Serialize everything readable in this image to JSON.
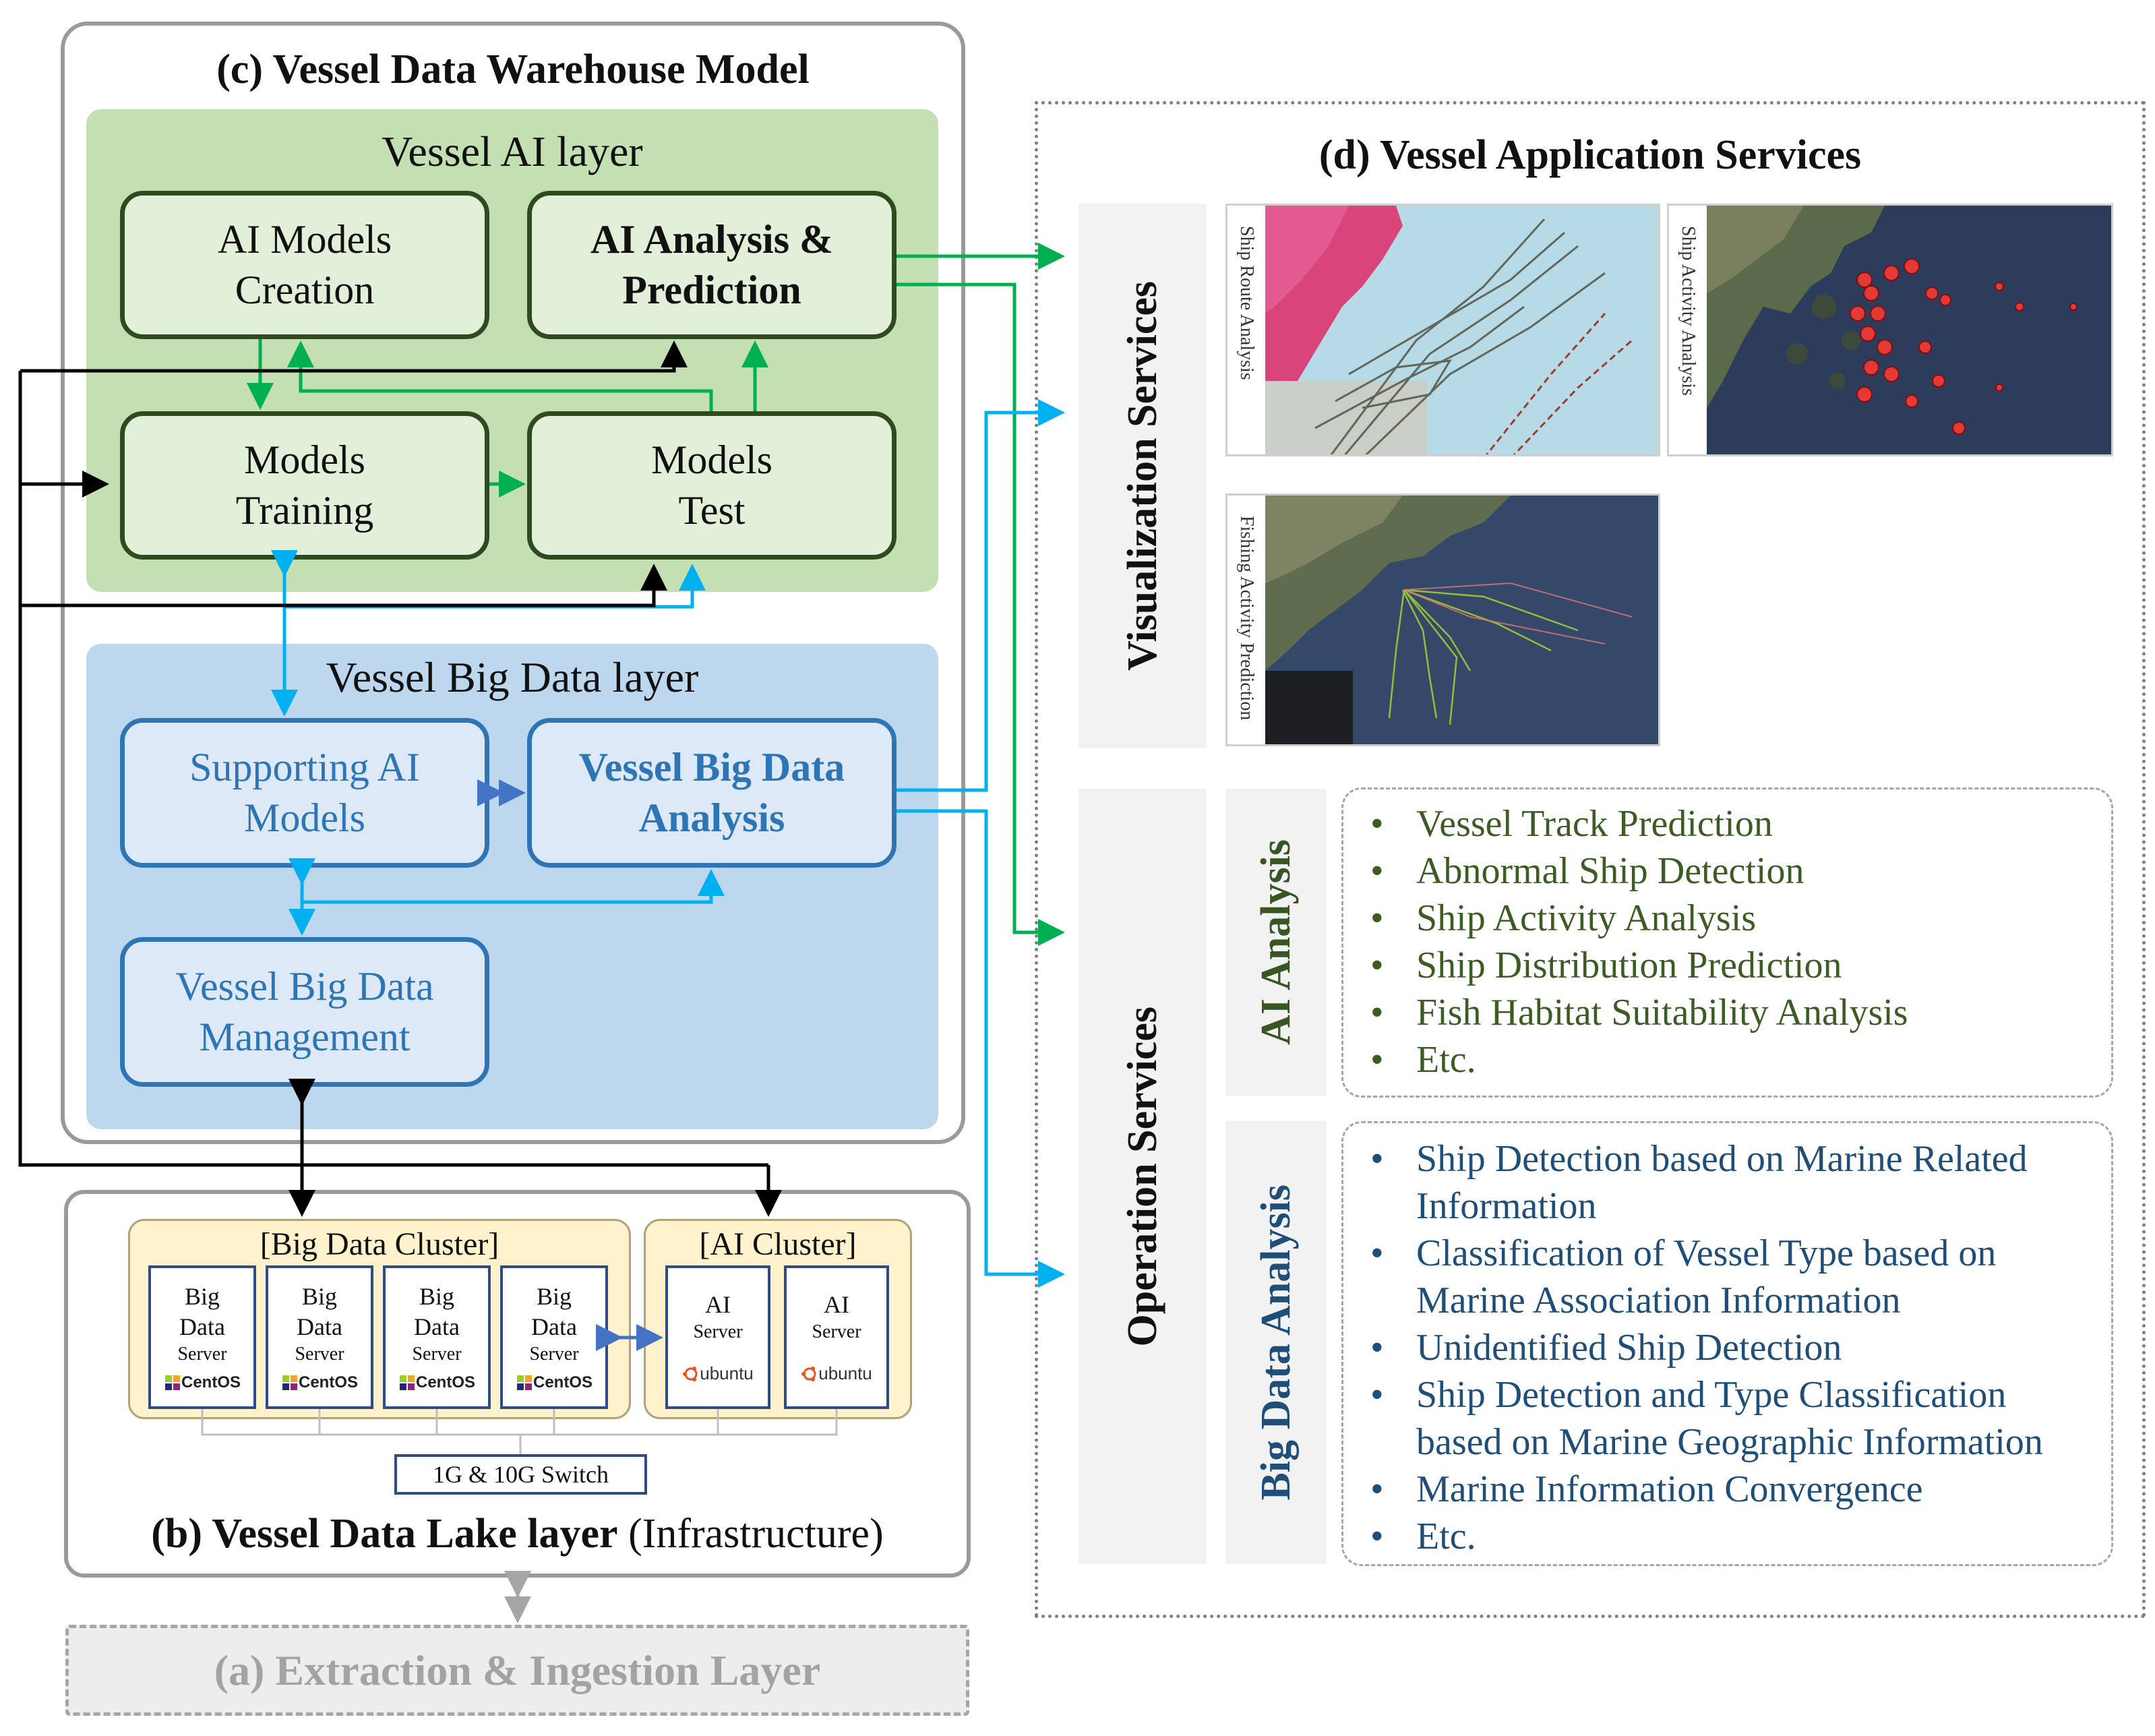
{
  "colors": {
    "ai_layer_bg": "#c4dfb2",
    "ai_box_border": "#2f4a1e",
    "bd_layer_bg": "#bdd7ee",
    "bd_box_border": "#2e75b6",
    "green_arrow": "#00b050",
    "blue_arrow": "#00b0f0",
    "black_arrow": "#000000"
  },
  "warehouse": {
    "title": "(c) Vessel Data Warehouse  Model",
    "ai_layer": {
      "title": "Vessel AI layer",
      "creation_l1": "AI Models",
      "creation_l2": "Creation",
      "prediction_l1": "AI Analysis &",
      "prediction_l2": "Prediction",
      "training_l1": "Models",
      "training_l2": "Training",
      "test_l1": "Models",
      "test_l2": "Test"
    },
    "big_data_layer": {
      "title": "Vessel Big Data layer",
      "supporting_l1": "Supporting AI",
      "supporting_l2": "Models",
      "analysis_l1": "Vessel Big Data",
      "analysis_l2": "Analysis",
      "management_l1": "Vessel Big Data",
      "management_l2": "Management"
    }
  },
  "data_lake": {
    "big_data_cluster_label": "[Big Data Cluster]",
    "ai_cluster_label": "[AI Cluster]",
    "bd_server_l1": "Big",
    "bd_server_l2": "Data",
    "bd_server_l3": "Server",
    "bd_os": "CentOS",
    "ai_server_l1": "AI",
    "ai_server_l2": "Server",
    "ai_os": "ubuntu",
    "switch_label": "1G & 10G Switch",
    "title_bold": "(b) Vessel Data Lake layer",
    "title_normal": "(Infrastructure)"
  },
  "extraction": {
    "title": "(a) Extraction  & Ingestion Layer"
  },
  "services": {
    "title": "(d) Vessel Application  Services",
    "visualization_label": "Visualization Services",
    "operation_label": "Operation Services",
    "ai_analysis_label": "AI Analysis",
    "big_data_analysis_label": "Big Data Analysis",
    "bullet": "•",
    "screenshots": {
      "route": "Ship Route Analysis",
      "activity": "Ship Activity  Analysis",
      "fishing": "Fishing Activity  Prediction"
    },
    "ai_items": [
      "Vessel Track Prediction",
      "Abnormal Ship Detection",
      "Ship Activity Analysis",
      "Ship Distribution Prediction",
      "Fish Habitat Suitability  Analysis",
      "Etc."
    ],
    "bd_items": [
      [
        "Ship Detection based on Marine Related",
        "Information"
      ],
      [
        "Classification  of Vessel Type based on",
        "Marine Association Information"
      ],
      [
        "Unidentified  Ship Detection"
      ],
      [
        "Ship Detection and Type Classification",
        "based on Marine Geographic Information"
      ],
      [
        "Marine Information Convergence"
      ],
      [
        "Etc."
      ]
    ]
  }
}
